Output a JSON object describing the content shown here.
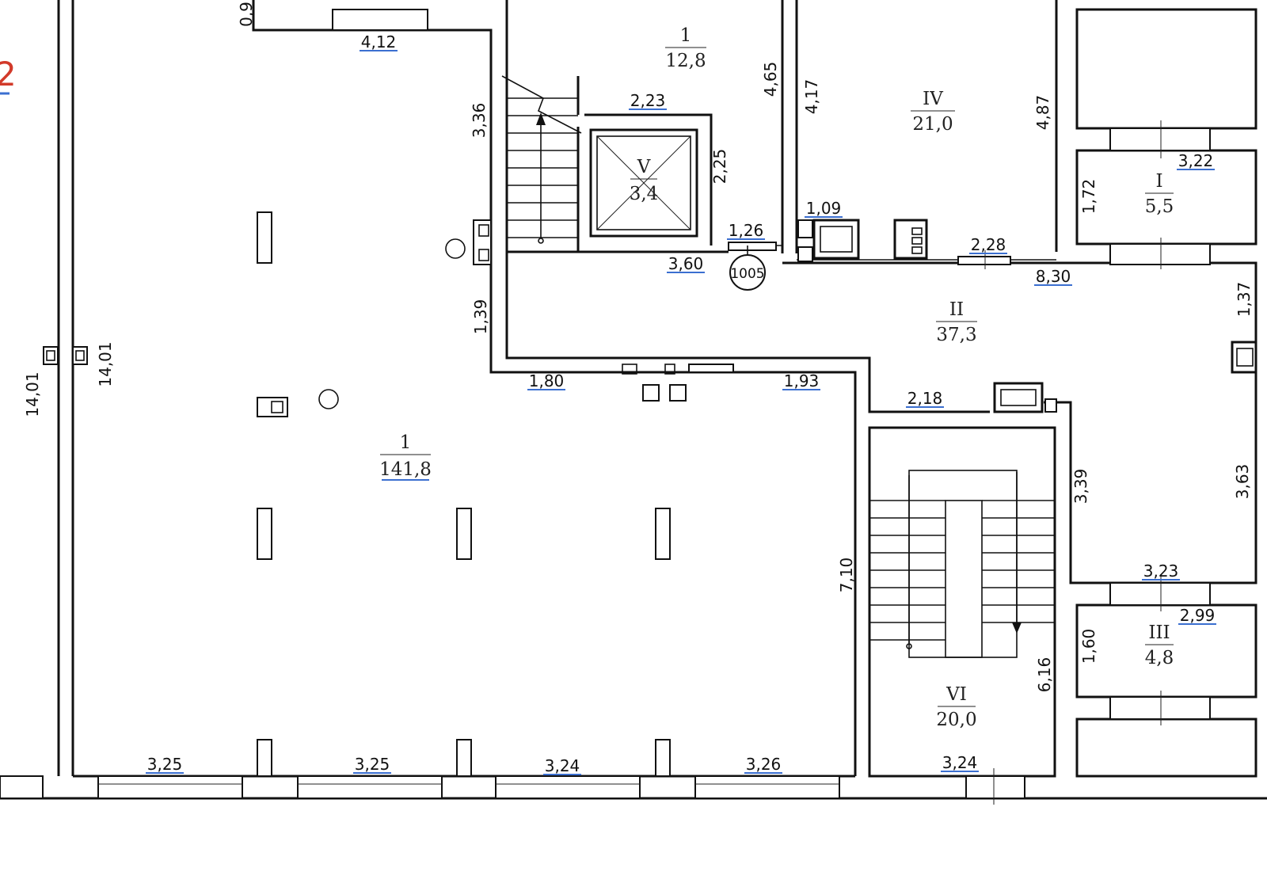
{
  "colors": {
    "lines": "#111111",
    "underline": "#3b6fd0",
    "marker": "#d23a2a",
    "background": "#ffffff"
  },
  "marker": "2",
  "rooms": {
    "r1_main": {
      "num": "1",
      "area": "141,8"
    },
    "r1_top": {
      "num": "1",
      "area": "12,8"
    },
    "r_i": {
      "num": "I",
      "area": "5,5"
    },
    "r_ii": {
      "num": "II",
      "area": "37,3"
    },
    "r_iii": {
      "num": "III",
      "area": "4,8"
    },
    "r_iv": {
      "num": "IV",
      "area": "21,0"
    },
    "r_v": {
      "num": "V",
      "area": "3,4"
    },
    "r_vi": {
      "num": "VI",
      "area": "20,0"
    }
  },
  "point_label": "1005",
  "dims": {
    "d_0_9": "0,9",
    "d_4_12": "4,12",
    "d_3_36": "3,36",
    "d_2_23": "2,23",
    "d_2_25": "2,25",
    "d_4_65": "4,65",
    "d_4_17": "4,17",
    "d_4_87": "4,87",
    "d_3_22": "3,22",
    "d_1_72": "1,72",
    "d_1_09": "1,09",
    "d_1_26": "1,26",
    "d_2_28": "2,28",
    "d_3_60": "3,60",
    "d_8_30": "8,30",
    "d_1_37": "1,37",
    "d_1_39": "1,39",
    "d_14_01_a": "14,01",
    "d_14_01_b": "14,01",
    "d_1_80": "1,80",
    "d_1_93": "1,93",
    "d_2_18": "2,18",
    "d_3_39": "3,39",
    "d_3_63": "3,63",
    "d_3_23": "3,23",
    "d_2_99": "2,99",
    "d_1_60": "1,60",
    "d_7_10": "7,10",
    "d_6_16": "6,16",
    "d_3_25_a": "3,25",
    "d_3_25_b": "3,25",
    "d_3_24_a": "3,24",
    "d_3_26": "3,26",
    "d_3_24_b": "3,24"
  }
}
